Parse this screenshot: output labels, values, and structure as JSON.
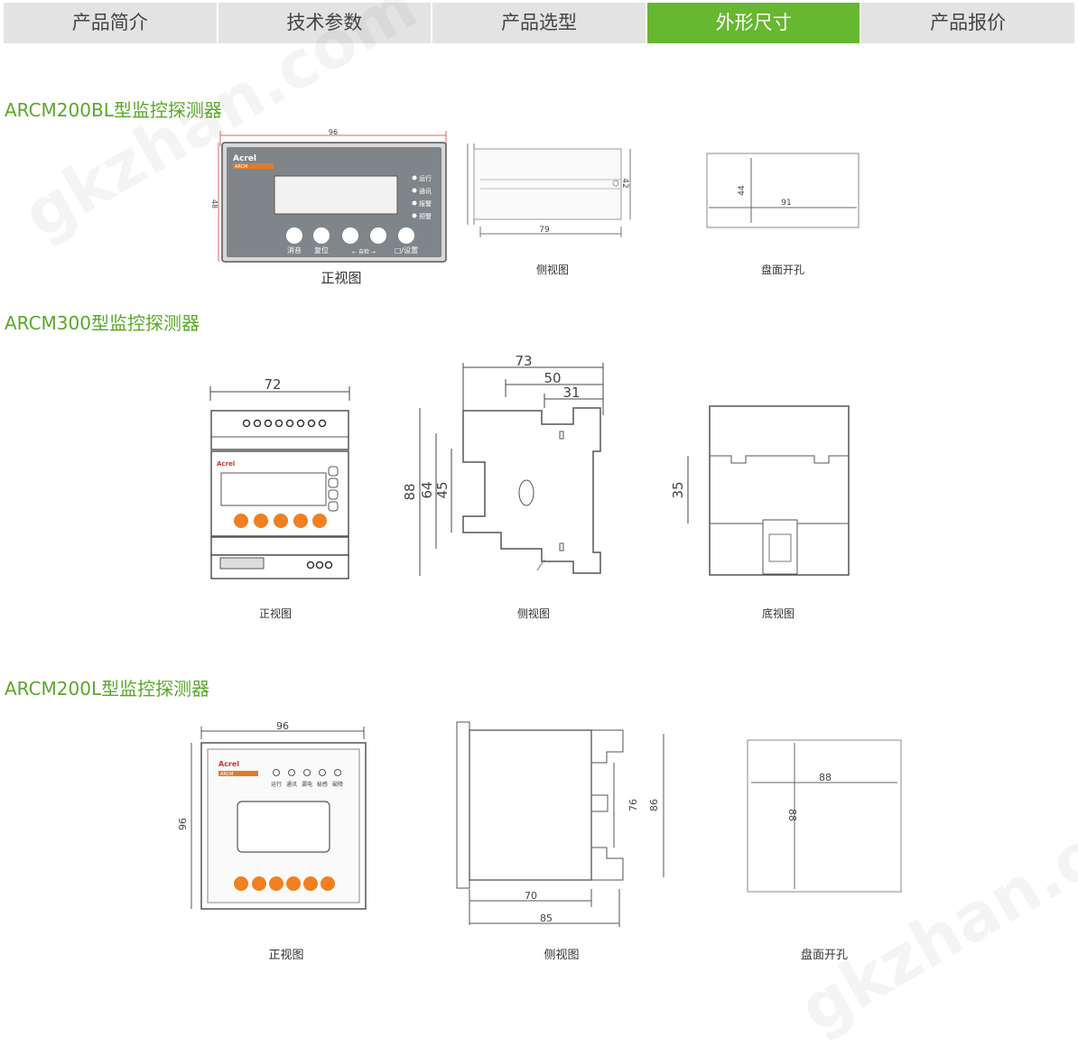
{
  "tabs": [
    {
      "label": "产品简介",
      "active": false
    },
    {
      "label": "技术参数",
      "active": false
    },
    {
      "label": "产品选型",
      "active": false
    },
    {
      "label": "外形尺寸",
      "active": true
    },
    {
      "label": "产品报价",
      "active": false
    }
  ],
  "colors": {
    "accent": "#67b730",
    "title_green": "#5aa82a",
    "tab_bg": "#e3e3e3"
  },
  "watermark": {
    "text_top": "gkzhan.com",
    "text_bottom": "gkzhan.com"
  },
  "sections": [
    {
      "title": "ARCM200BL型监控探测器",
      "front": {
        "brand": "Acrel",
        "model": "ARCM",
        "leds": [
          "运行",
          "通讯",
          "报警",
          "预警"
        ],
        "buttons": [
          "消音",
          "复位",
          "← 自检 →",
          "□/设置"
        ],
        "width": "96",
        "height": "48",
        "caption": "正视图"
      },
      "side": {
        "depth": "79",
        "height": "42",
        "caption": "侧视图"
      },
      "cutout": {
        "width": "91",
        "height": "44",
        "caption": "盘面开孔"
      }
    },
    {
      "title": "ARCM300型监控探测器",
      "front": {
        "brand": "Acrel",
        "width": "72",
        "caption": "正视图"
      },
      "side": {
        "d73": "73",
        "d50": "50",
        "d31": "31",
        "h88": "88",
        "h64": "64",
        "h45": "45",
        "caption": "侧视图"
      },
      "bottom": {
        "h35": "35",
        "caption": "底视图"
      }
    },
    {
      "title": "ARCM200L型监控探测器",
      "front": {
        "brand": "Acrel",
        "model": "ARCM",
        "leds": [
          "运行",
          "通讯",
          "漏电",
          "秘感",
          "破障"
        ],
        "width": "96",
        "height": "96",
        "caption": "正视图"
      },
      "side": {
        "d70": "70",
        "d85": "85",
        "h76": "76",
        "h86": "86",
        "caption": "侧视图"
      },
      "cutout": {
        "width": "88",
        "height": "88",
        "caption": "盘面开孔"
      }
    }
  ]
}
